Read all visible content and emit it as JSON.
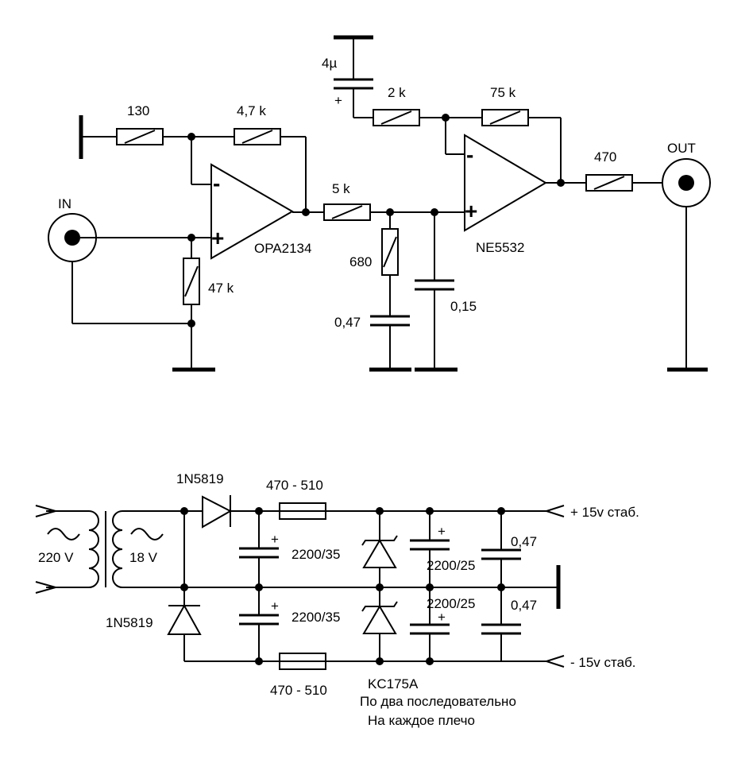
{
  "audio_stage": {
    "input_label": "IN",
    "output_label": "OUT",
    "opamp1": {
      "name": "OPA2134",
      "minus": "-",
      "plus": "+"
    },
    "opamp2": {
      "name": "NE5532",
      "minus": "-",
      "plus": "+"
    },
    "resistors": {
      "r_ground": "130",
      "r_feedback1": "4,7 k",
      "r_input_bias": "47 k",
      "r_series": "5 k",
      "r_shunt": "680",
      "r_to_cap": "2 k",
      "r_feedback2": "75 k",
      "r_output": "470"
    },
    "capacitors": {
      "c_coupling": "4µ",
      "c_coupling_polarity": "+",
      "c_shunt1": "0,47",
      "c_shunt2": "0,15"
    }
  },
  "power_supply": {
    "primary_voltage": "220 V",
    "secondary_voltage": "18 V",
    "diode_top": "1N5819",
    "diode_bottom": "1N5819",
    "res_top": "470 - 510",
    "res_bottom": "470 - 510",
    "cap_top_main": "2200/35",
    "cap_bottom_main": "2200/35",
    "cap_top_second": "2200/25",
    "cap_bottom_second": "2200/25",
    "cap_top_small": "0,47",
    "cap_bottom_small": "0,47",
    "cap_polarity": "+",
    "zener": "KC175A",
    "note_line1": "По два последовательно",
    "note_line2": "На каждое плечо",
    "rail_positive": "+ 15v стаб.",
    "rail_negative": "- 15v стаб."
  }
}
